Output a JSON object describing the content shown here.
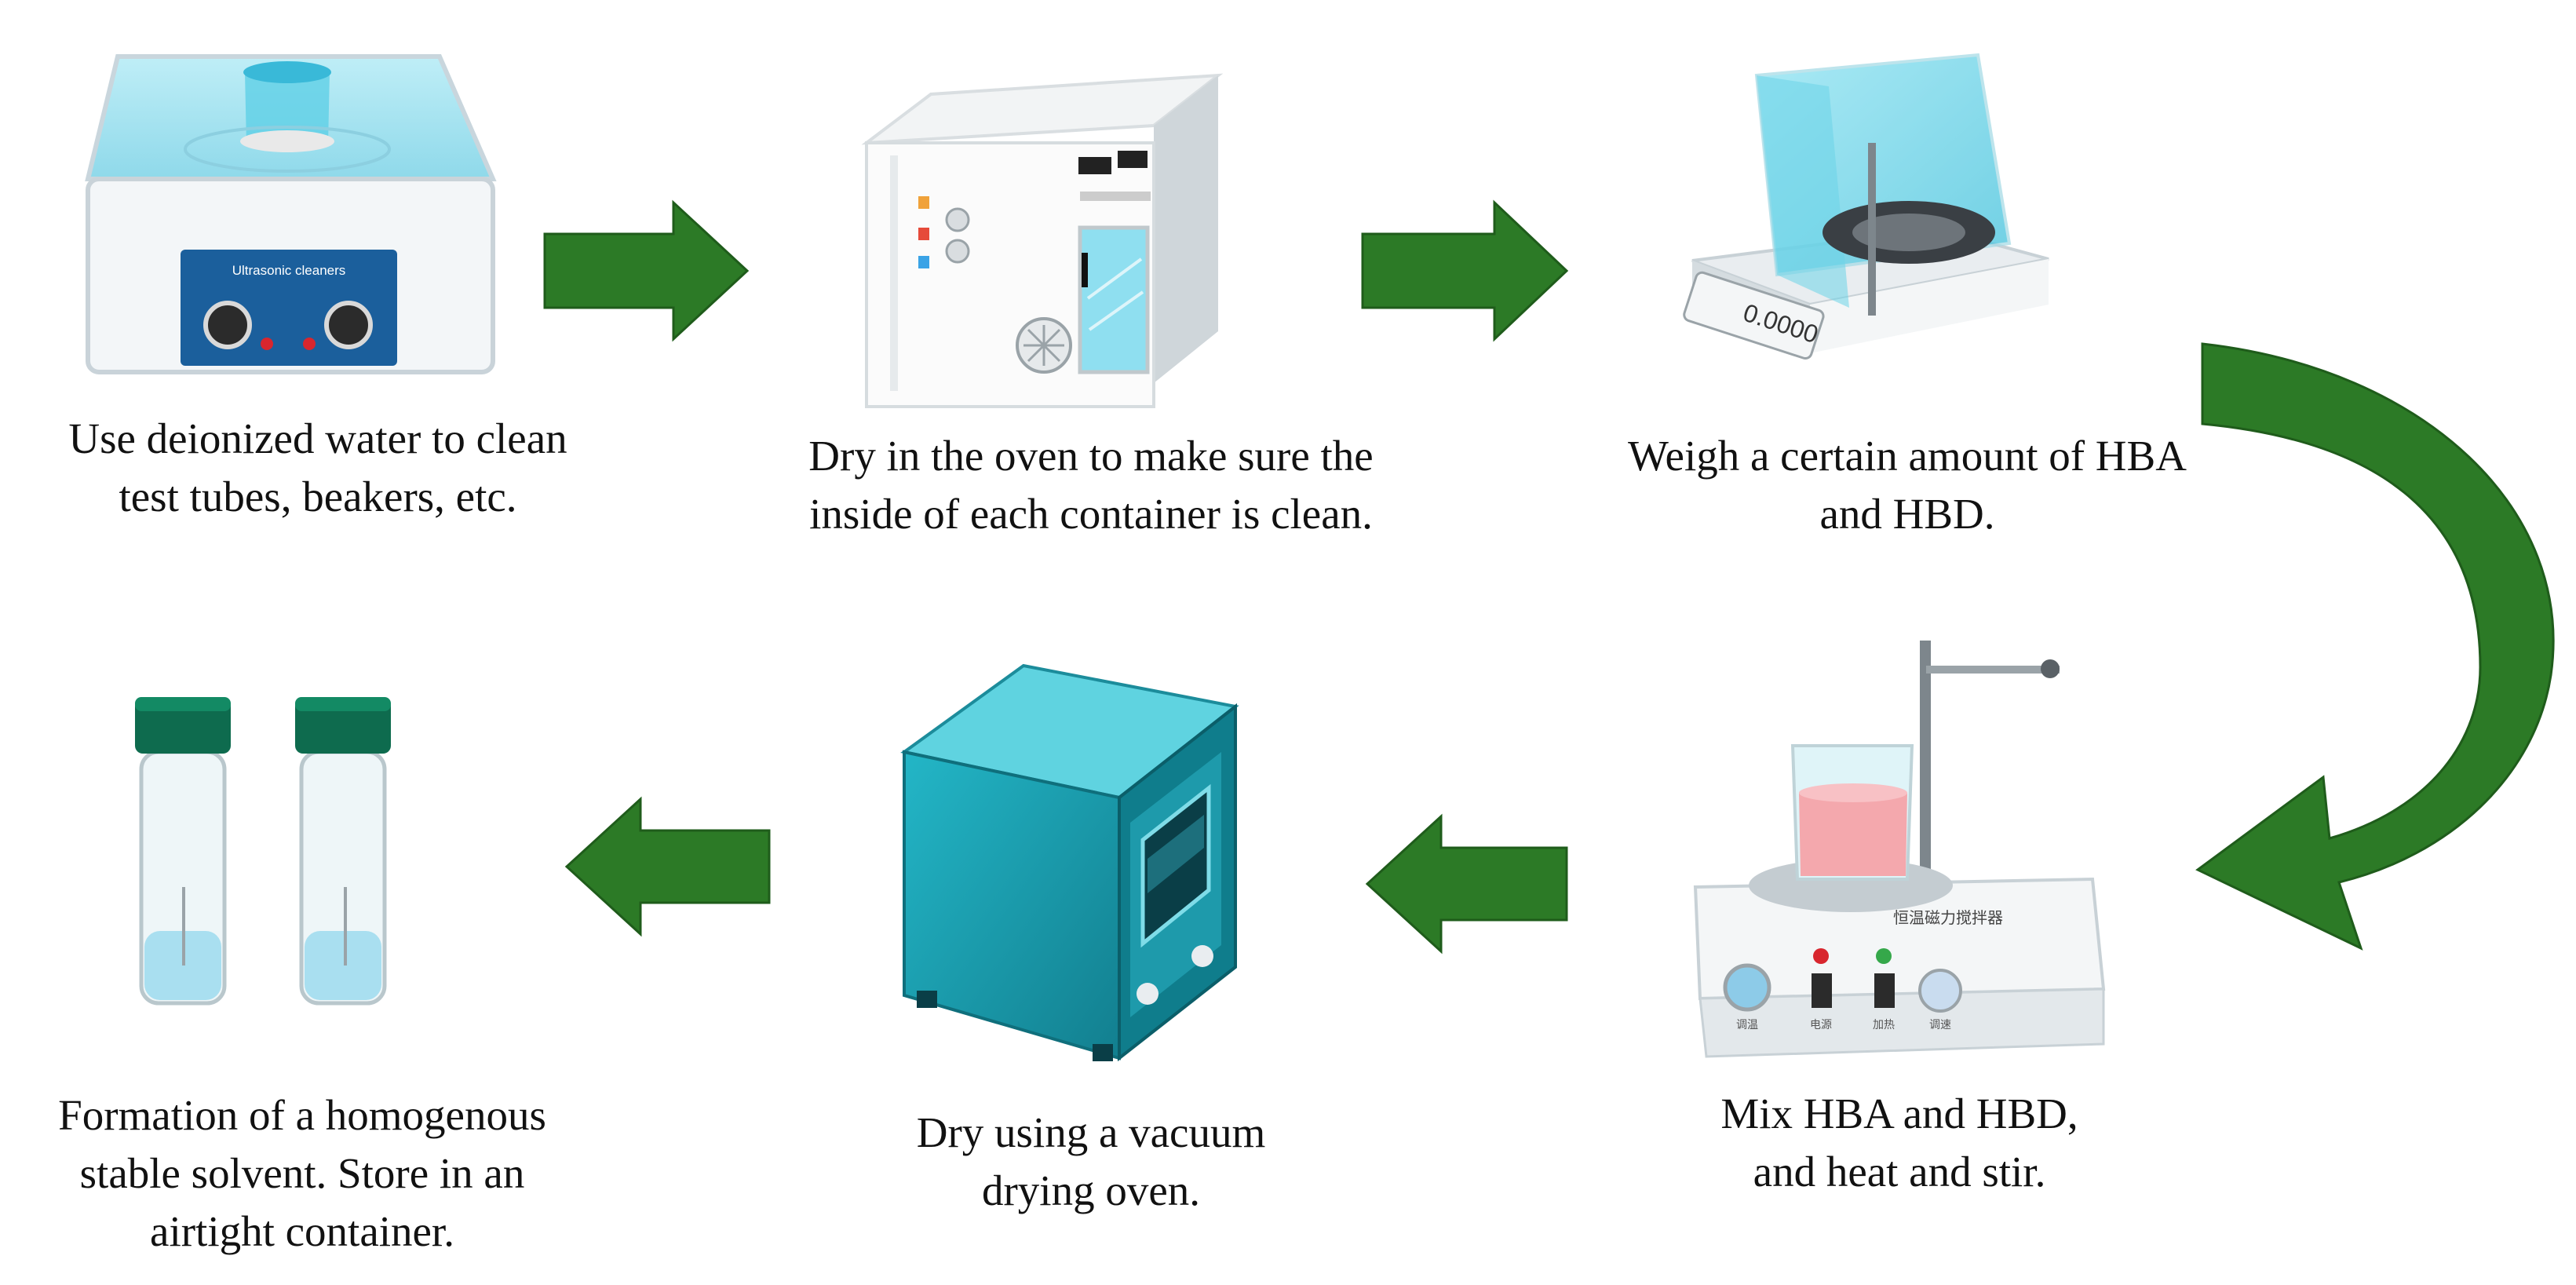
{
  "colors": {
    "arrow_fill": "#2c7a26",
    "arrow_edge": "#1f5c1b",
    "water": "#7fd6ea",
    "teal_oven": "#1aa3b5",
    "vial_cap": "#0e6b4e",
    "liquid_pink": "#f4a8ad"
  },
  "steps": [
    {
      "icon": "ultrasonic-cleaner-icon",
      "device_label": "Ultrasonic cleaners",
      "caption": [
        "Use deionized water to clean",
        "test tubes, beakers, etc."
      ]
    },
    {
      "icon": "drying-oven-icon",
      "caption": [
        "Dry in the oven to make sure the",
        "inside of each container is clean."
      ]
    },
    {
      "icon": "analytical-balance-icon",
      "display_value": "0.0000",
      "caption": [
        "Weigh a certain amount of HBA",
        "and HBD."
      ]
    },
    {
      "icon": "magnetic-stirrer-hotplate-icon",
      "device_label": "恒温磁力搅拌器",
      "knob_labels": [
        "调温",
        "电源",
        "加热",
        "调速"
      ],
      "caption": [
        "Mix HBA and HBD,",
        "and heat and stir."
      ]
    },
    {
      "icon": "vacuum-drying-oven-icon",
      "caption": [
        "Dry using a vacuum",
        "drying oven."
      ]
    },
    {
      "icon": "sample-vials-icon",
      "caption": [
        "Formation of a homogenous",
        "stable solvent. Store in an",
        "airtight container."
      ]
    }
  ],
  "arrows": [
    {
      "from": 1,
      "to": 2,
      "direction": "right"
    },
    {
      "from": 2,
      "to": 3,
      "direction": "right"
    },
    {
      "from": 3,
      "to": 4,
      "direction": "curved-down-left"
    },
    {
      "from": 4,
      "to": 5,
      "direction": "left"
    },
    {
      "from": 5,
      "to": 6,
      "direction": "left"
    }
  ]
}
